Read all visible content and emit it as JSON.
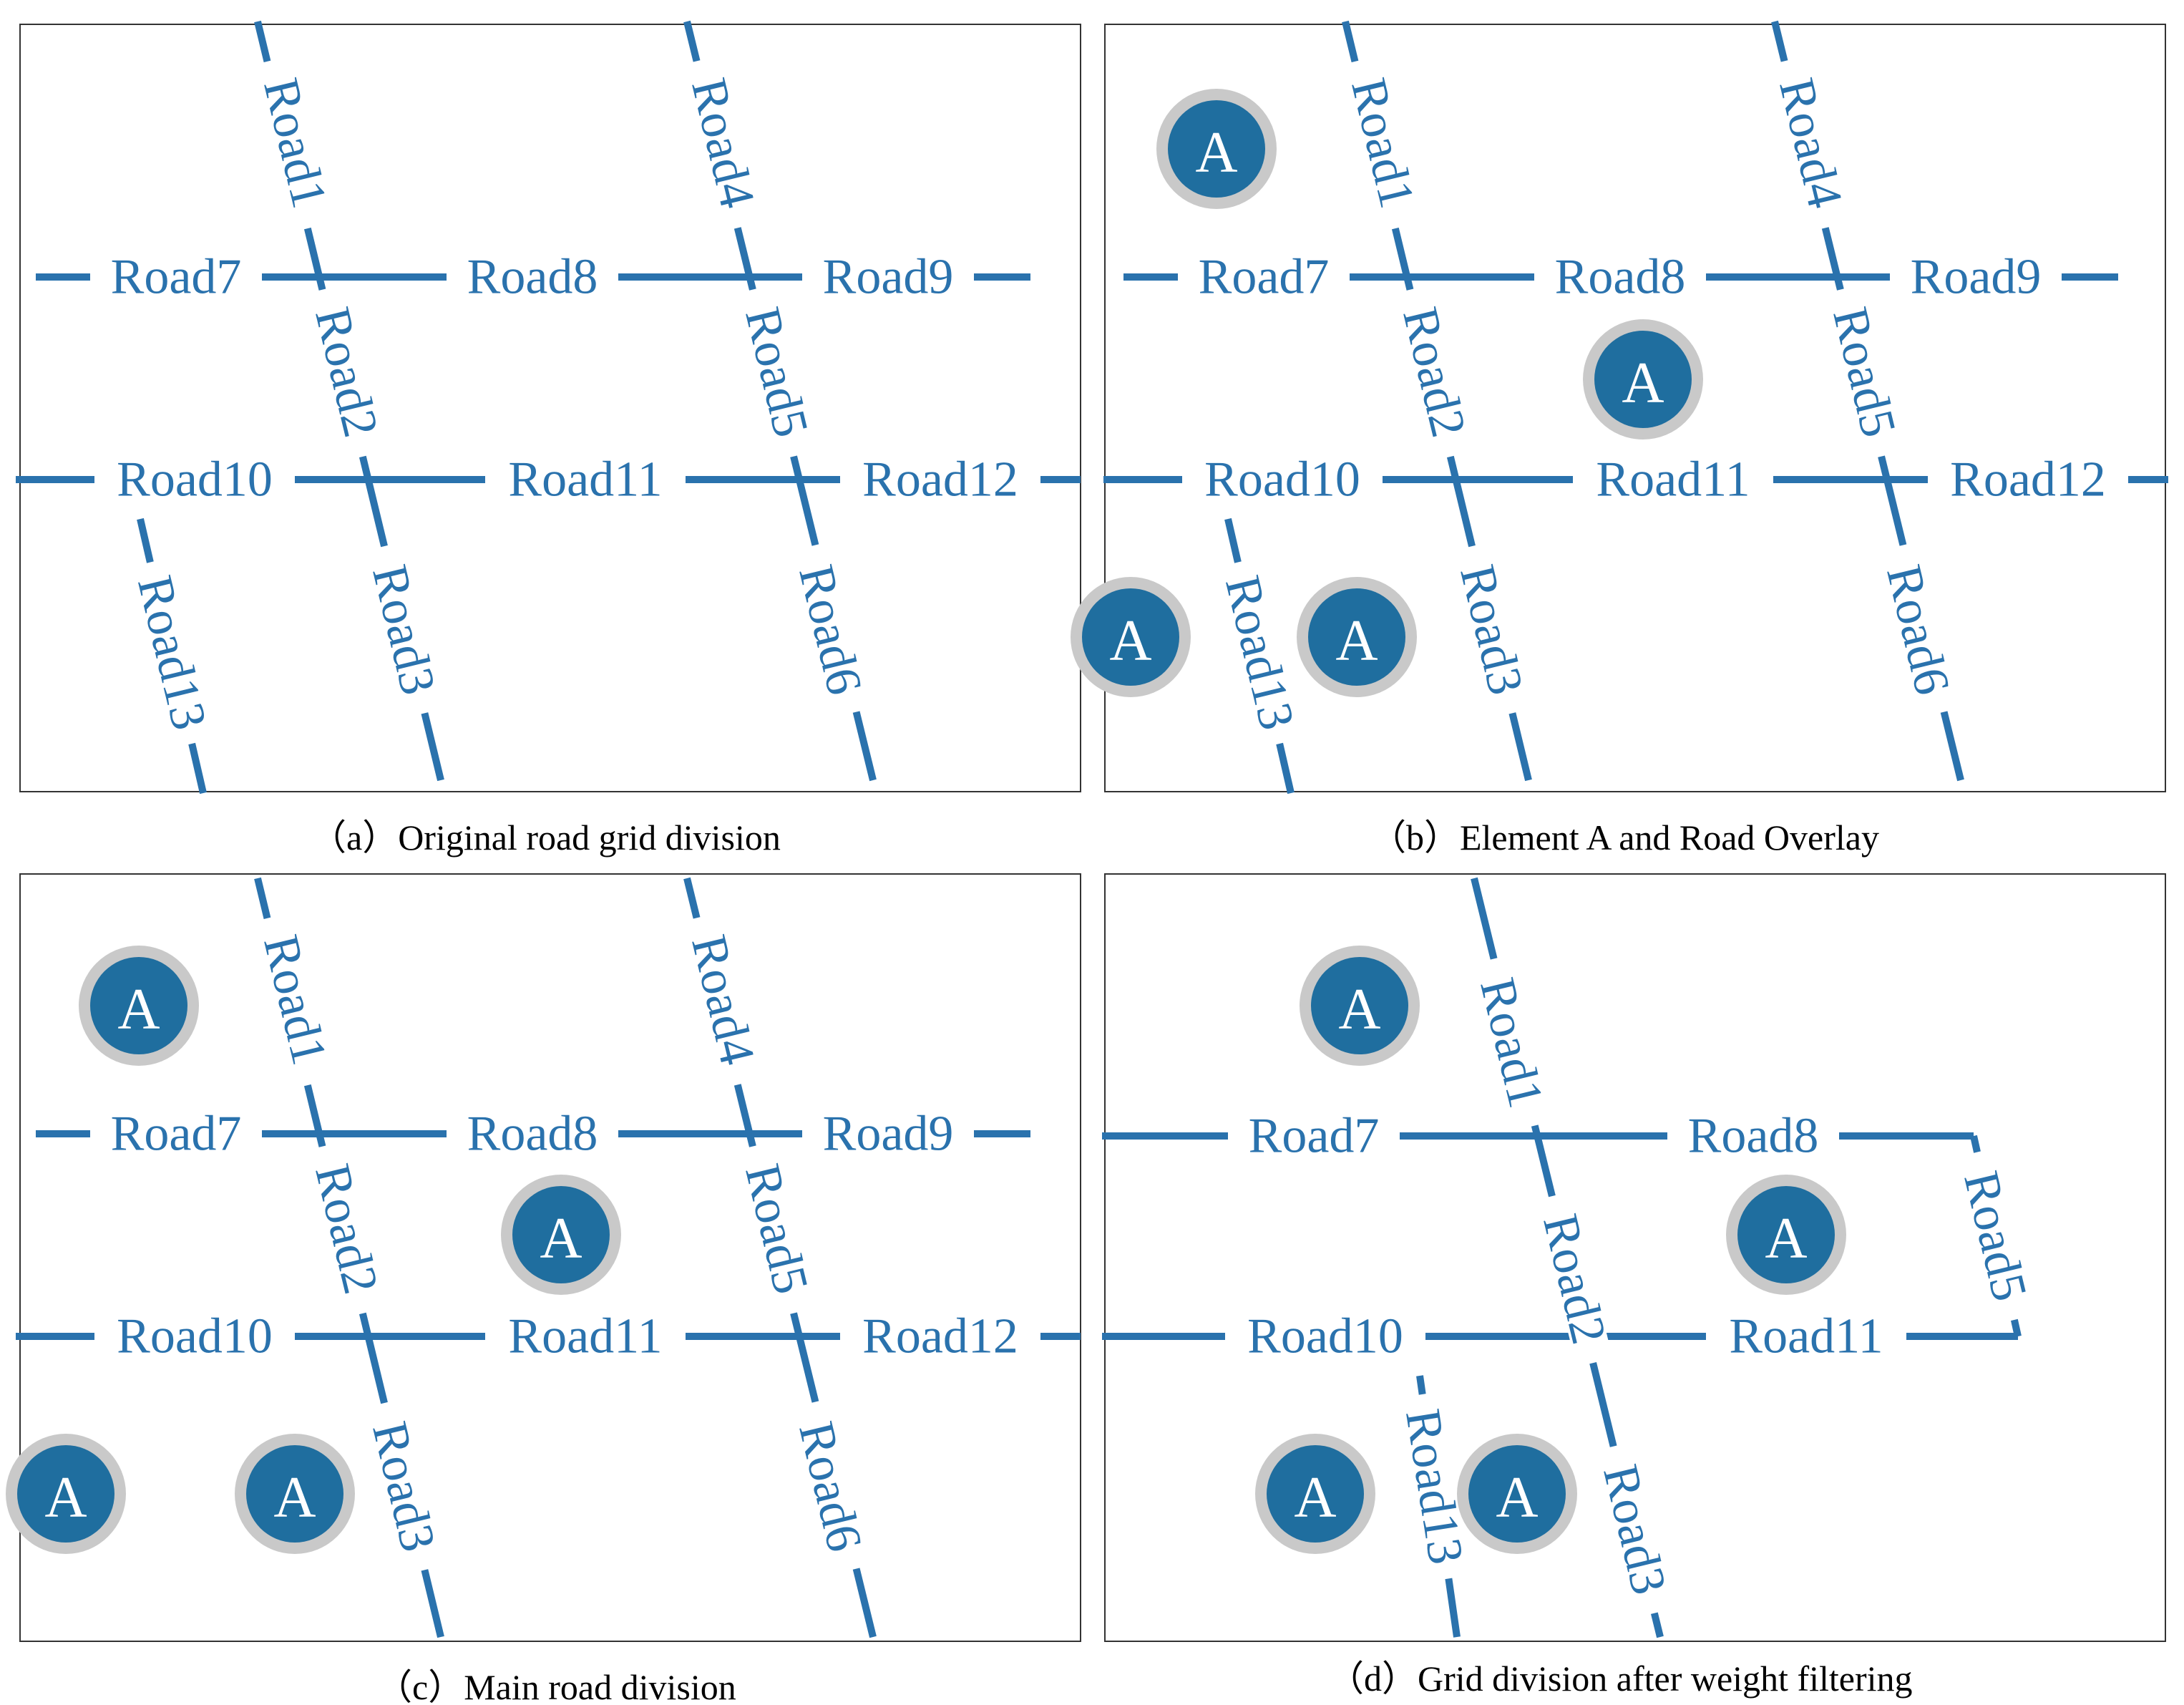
{
  "colors": {
    "road": "#2a72ad",
    "marker_fill": "#1f6e9f",
    "marker_ring": "#c9c9c9",
    "marker_text": "#ffffff",
    "frame": "#333333"
  },
  "marker_label": "A",
  "road_names": {
    "r1": "Road1",
    "r2": "Road2",
    "r3": "Road3",
    "r4": "Road4",
    "r5": "Road5",
    "r6": "Road6",
    "r7": "Road7",
    "r8": "Road8",
    "r9": "Road9",
    "r10": "Road10",
    "r11": "Road11",
    "r12": "Road12",
    "r13": "Road13"
  },
  "panels": [
    {
      "id": "a",
      "caption": "（a）Original road grid division",
      "roads": [
        "r1",
        "r2",
        "r3",
        "r4",
        "r5",
        "r6",
        "r7",
        "r8",
        "r9",
        "r10",
        "r11",
        "r12",
        "r13"
      ],
      "marker_count": 0
    },
    {
      "id": "b",
      "caption": "（b）Element A and Road Overlay",
      "roads": [
        "r1",
        "r2",
        "r3",
        "r4",
        "r5",
        "r6",
        "r7",
        "r8",
        "r9",
        "r10",
        "r11",
        "r12",
        "r13"
      ],
      "marker_count": 4
    },
    {
      "id": "c",
      "caption": "（c）Main road division",
      "roads": [
        "r1",
        "r2",
        "r3",
        "r4",
        "r5",
        "r6",
        "r7",
        "r8",
        "r9",
        "r10",
        "r11",
        "r12"
      ],
      "marker_count": 4
    },
    {
      "id": "d",
      "caption": "（d）Grid division after weight filtering",
      "roads": [
        "r1",
        "r2",
        "r3",
        "r5",
        "r7",
        "r8",
        "r10",
        "r11",
        "r13"
      ],
      "marker_count": 4
    }
  ]
}
